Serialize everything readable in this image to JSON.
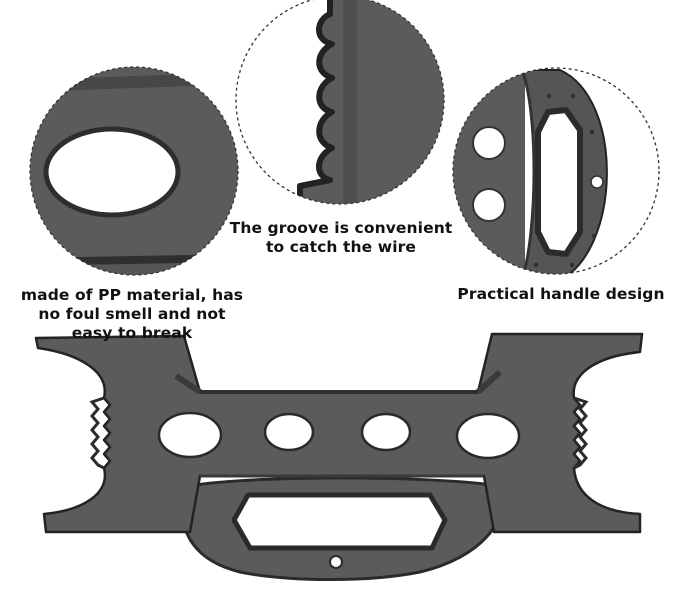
{
  "captions": {
    "material": [
      "made of PP material, has",
      "no foul smell and not",
      "easy to break"
    ],
    "groove": [
      "The groove is convenient",
      "to catch the wire"
    ],
    "handle": [
      "Practical handle design"
    ]
  },
  "colors": {
    "plastic": "#5b5b5b",
    "plastic_dark": "#3a3a3a",
    "plastic_edge": "#222222",
    "background": "#ffffff",
    "text": "#111111"
  }
}
